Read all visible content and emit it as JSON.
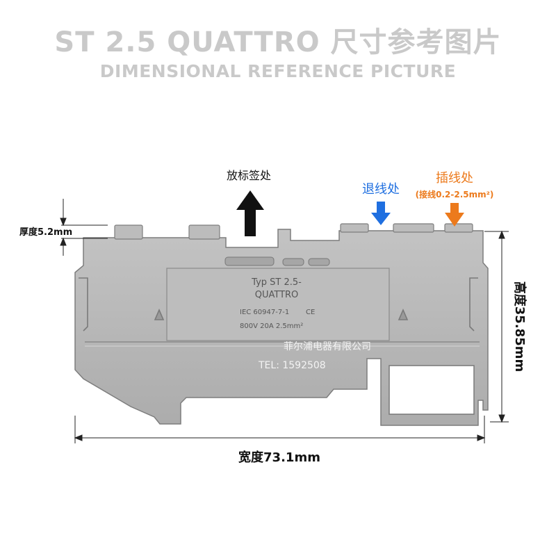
{
  "header": {
    "title": "ST 2.5 QUATTRO 尺寸参考图片",
    "subtitle": "DIMENSIONAL REFERENCE PICTURE"
  },
  "callouts": {
    "marker": "放标签处",
    "release": "退线处",
    "insert": "插线处",
    "insert_note": "(接线0.2-2.5mm²)"
  },
  "dimensions": {
    "thickness": "厚度5.2mm",
    "height": "高度35.85mm",
    "width": "宽度73.1mm"
  },
  "product_label": {
    "line1": "Typ ST 2.5-",
    "line2": "QUATTRO",
    "line3": "IEC 60947-7-1",
    "ce": "CE",
    "line4": "800V  20A  2.5mm²"
  },
  "watermark": {
    "company": "菲尔浦电器有限公司",
    "tel": "TEL: 1592508"
  },
  "colors": {
    "title": "#c9c9c9",
    "body": "#b7b7b7",
    "release": "#1f6fe0",
    "insert": "#ec7a1c"
  }
}
